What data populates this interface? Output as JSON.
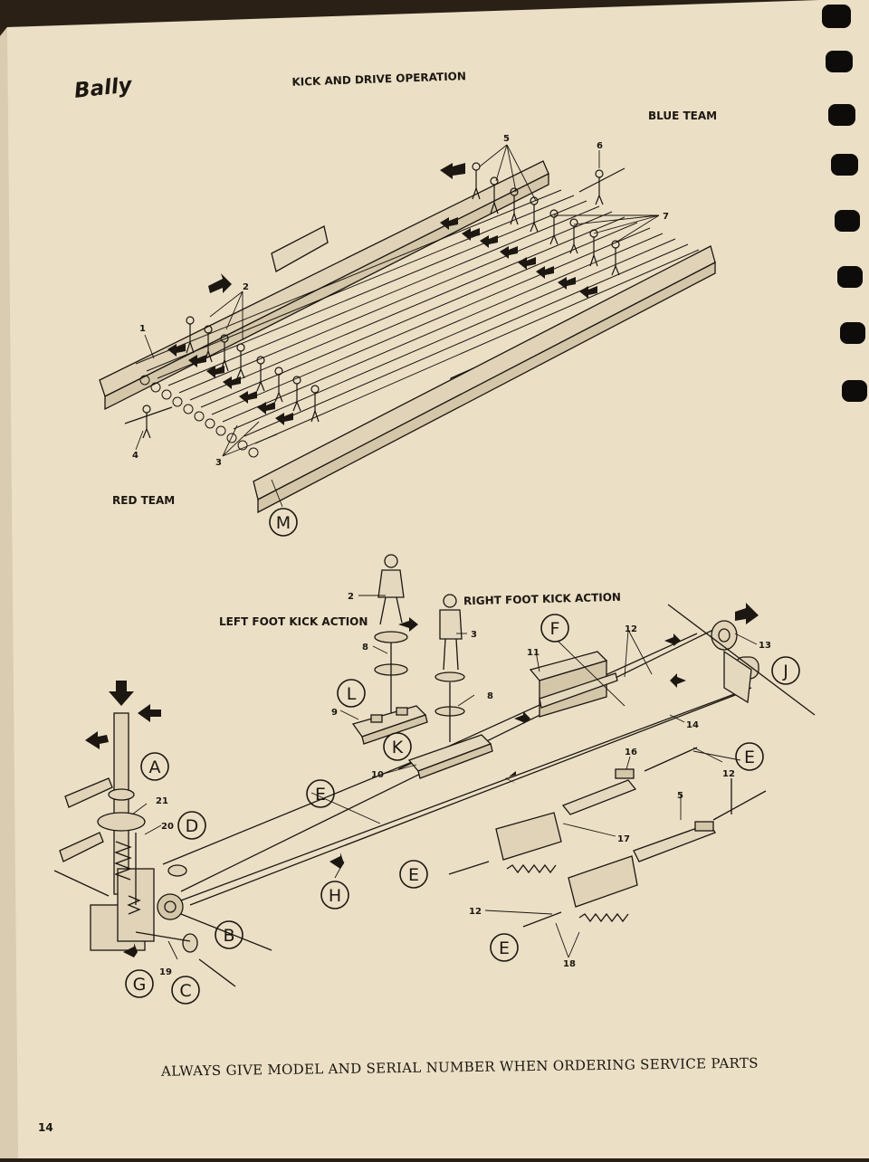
{
  "header": {
    "brand": "Bally",
    "title": "KICK AND DRIVE OPERATION"
  },
  "top_diagram": {
    "team_labels": [
      "BLUE TEAM",
      "RED TEAM"
    ],
    "callouts": [
      "1",
      "2",
      "3",
      "4",
      "5",
      "6",
      "7"
    ],
    "letter_callouts": [
      "M"
    ]
  },
  "bottom_diagram": {
    "action_labels": [
      "LEFT FOOT KICK ACTION",
      "RIGHT FOOT KICK ACTION"
    ],
    "number_callouts": [
      "2",
      "3",
      "8",
      "8",
      "9",
      "10",
      "11",
      "12",
      "13",
      "14",
      "16",
      "12",
      "5",
      "17",
      "21",
      "20",
      "12",
      "18",
      "19"
    ],
    "letter_callouts": [
      "A",
      "B",
      "C",
      "D",
      "E",
      "F",
      "G",
      "H",
      "J",
      "K",
      "L",
      "E",
      "E",
      "E"
    ]
  },
  "footer": {
    "notice": "ALWAYS GIVE MODEL AND SERIAL NUMBER WHEN ORDERING SERVICE PARTS",
    "page_number": "14"
  },
  "colors": {
    "paper": "#ece1c9",
    "ink": "#1c1710",
    "binder_ring": "#0e0c0a"
  }
}
